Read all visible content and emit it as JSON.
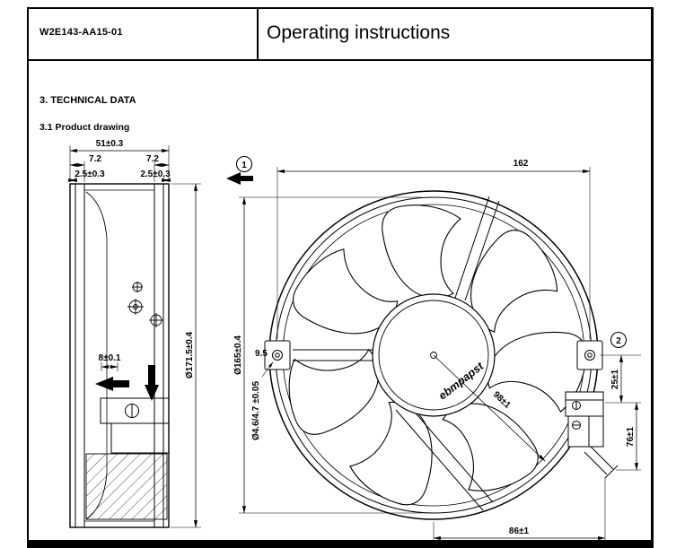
{
  "header": {
    "part_number": "W2E143-AA15-01",
    "title": "Operating instructions"
  },
  "sections": {
    "technical_data": "3. TECHNICAL DATA",
    "product_drawing": "3.1 Product drawing"
  },
  "drawing": {
    "brand_logo": "ebmpapst",
    "callouts": {
      "one": "1",
      "two": "2"
    },
    "side_view": {
      "depth": "51±0.3",
      "flange_left": "7.2",
      "flange_right": "7.2",
      "lip_left": "2.5±0.3",
      "lip_right": "2.5±0.3",
      "outer_diameter": "Ø171.5±0.4",
      "hub_offset": "8±0.1"
    },
    "front_view": {
      "hole_spacing": "162",
      "inner_diameter": "Ø165±0.4",
      "bracket_width": "9.5",
      "hole_diameter": "Ø4.6/4.7 ±0.05",
      "impeller_radius": "98±1",
      "terminal_offset": "25±1",
      "terminal_height": "76±1",
      "cable_offset": "86±1"
    }
  }
}
